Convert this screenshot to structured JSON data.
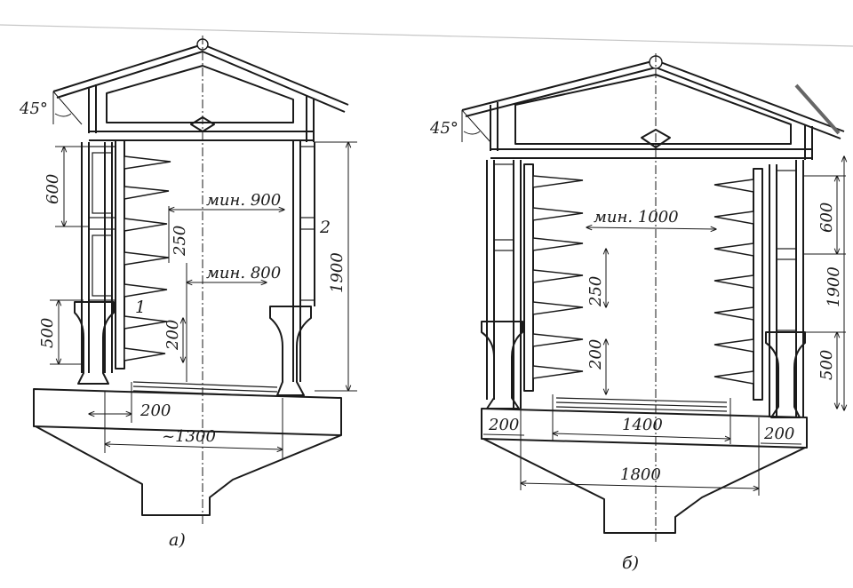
{
  "diagram_a": {
    "caption": "а)",
    "angle": "45°",
    "dim_600": "600",
    "dim_500": "500",
    "dim_250": "250",
    "dim_200_vert": "200",
    "dim_min900": "мин. 900",
    "dim_min800": "мин. 800",
    "dim_1900": "1900",
    "dim_200_horiz": "200",
    "dim_1300": "~1300",
    "label_1": "1",
    "label_2": "2"
  },
  "diagram_b": {
    "caption": "б)",
    "angle": "45°",
    "dim_min1000": "мин. 1000",
    "dim_250": "250",
    "dim_200_vert": "200",
    "dim_600": "600",
    "dim_1900": "1900",
    "dim_500": "500",
    "dim_200_left": "200",
    "dim_1400": "1400",
    "dim_200_right": "200",
    "dim_1800": "1800"
  },
  "colors": {
    "ink": "#1a1a1a",
    "paper": "#ffffff"
  }
}
